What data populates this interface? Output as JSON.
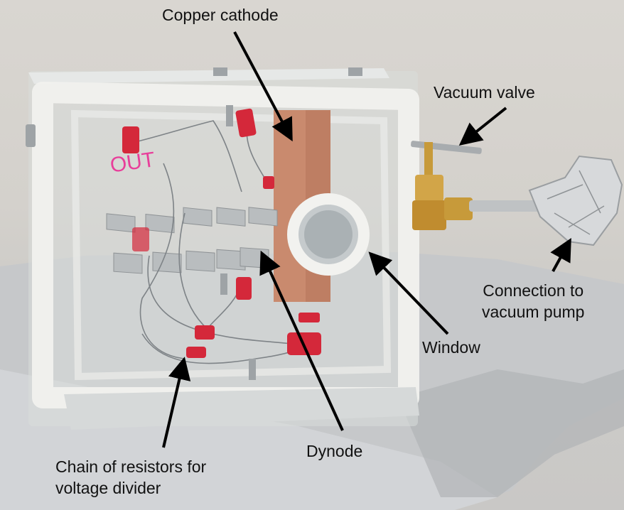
{
  "labels": {
    "copper_cathode": "Copper cathode",
    "vacuum_valve": "Vacuum valve",
    "connection_line1": "Connection to",
    "connection_line2": "vacuum pump",
    "window": "Window",
    "dynode": "Dynode",
    "chain_line1": "Chain of resistors for",
    "chain_line2": "voltage divider"
  },
  "photo": {
    "marker_text": "OUT"
  },
  "colors": {
    "copper": "#c98a6e",
    "resistor": "#d4283a",
    "brass": "#c79a3a",
    "foil": "#c9cbcd",
    "sealant": "#f1f1ee",
    "marker": "#e83e9a"
  }
}
